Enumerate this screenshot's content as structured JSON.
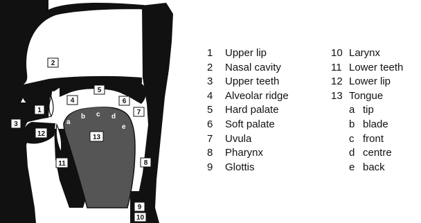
{
  "legend": {
    "left": [
      {
        "num": "1",
        "label": "Upper lip"
      },
      {
        "num": "2",
        "label": "Nasal cavity"
      },
      {
        "num": "3",
        "label": "Upper teeth"
      },
      {
        "num": "4",
        "label": "Alveolar ridge"
      },
      {
        "num": "5",
        "label": "Hard palate"
      },
      {
        "num": "6",
        "label": "Soft palate"
      },
      {
        "num": "7",
        "label": "Uvula"
      },
      {
        "num": "8",
        "label": "Pharynx"
      },
      {
        "num": "9",
        "label": "Glottis"
      }
    ],
    "right": [
      {
        "num": "10",
        "label": "Larynx"
      },
      {
        "num": "11",
        "label": "Lower teeth"
      },
      {
        "num": "12",
        "label": "Lower lip"
      },
      {
        "num": "13",
        "label": "Tongue"
      }
    ],
    "tongue_parts": [
      {
        "letter": "a",
        "label": "tip"
      },
      {
        "letter": "b",
        "label": "blade"
      },
      {
        "letter": "c",
        "label": "front"
      },
      {
        "letter": "d",
        "label": "centre"
      },
      {
        "letter": "e",
        "label": "back"
      }
    ]
  },
  "diagram_labels": {
    "n1": "1",
    "n2": "2",
    "n3": "3",
    "n4": "4",
    "n5": "5",
    "n6": "6",
    "n7": "7",
    "n8": "8",
    "n9": "9",
    "n10": "10",
    "n11": "11",
    "n12": "12",
    "n13": "13",
    "ta": "a",
    "tb": "b",
    "tc": "c",
    "td": "d",
    "te": "e"
  },
  "colors": {
    "ink": "#111111",
    "tongue_fill": "#555555",
    "paper": "#ffffff"
  }
}
